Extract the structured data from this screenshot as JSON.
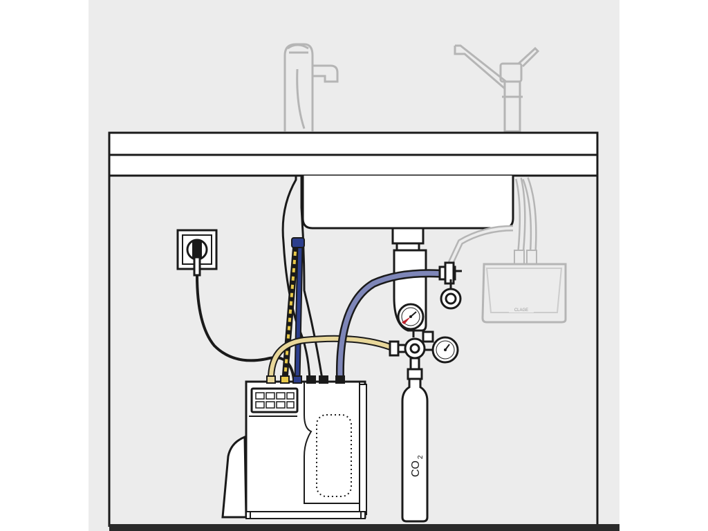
{
  "diagram": {
    "co2_cylinder_label": "CO",
    "co2_subscript": "2",
    "heater_brand": "CLAGE"
  },
  "colors": {
    "background": "#ffffff",
    "wall": "#ececec",
    "outline": "#1a1a1a",
    "faded_outline": "#b5b5b5",
    "blue_hose": "#7e86b8",
    "dark_blue_hose": "#2c3e8c",
    "yellow_hose": "#e8d79a",
    "gauge_red": "#c0202a",
    "floor": "#2a2a2a"
  }
}
